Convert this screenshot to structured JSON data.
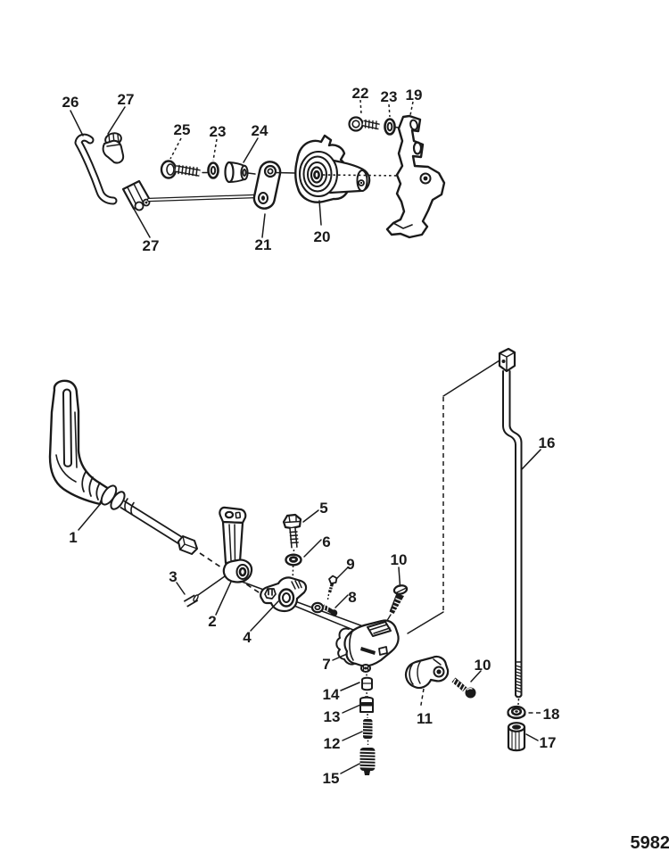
{
  "figure": {
    "drawing_number": "5982",
    "ink_color": "#1a1a1a",
    "background_color": "#ffffff",
    "callouts": {
      "part26": "26",
      "part27_top": "27",
      "part25": "25",
      "part23_left": "23",
      "part24": "24",
      "part27_bottom": "27",
      "part21": "21",
      "part20": "20",
      "part22": "22",
      "part23_right": "23",
      "part19": "19",
      "part1": "1",
      "part3": "3",
      "part2": "2",
      "part4": "4",
      "part5": "5",
      "part6": "6",
      "part9": "9",
      "part8": "8",
      "part10_screw": "10",
      "part7": "7",
      "part14": "14",
      "part13": "13",
      "part12": "12",
      "part15": "15",
      "part11": "11",
      "part10_bolt": "10",
      "part16": "16",
      "part18": "18",
      "part17": "17"
    }
  }
}
